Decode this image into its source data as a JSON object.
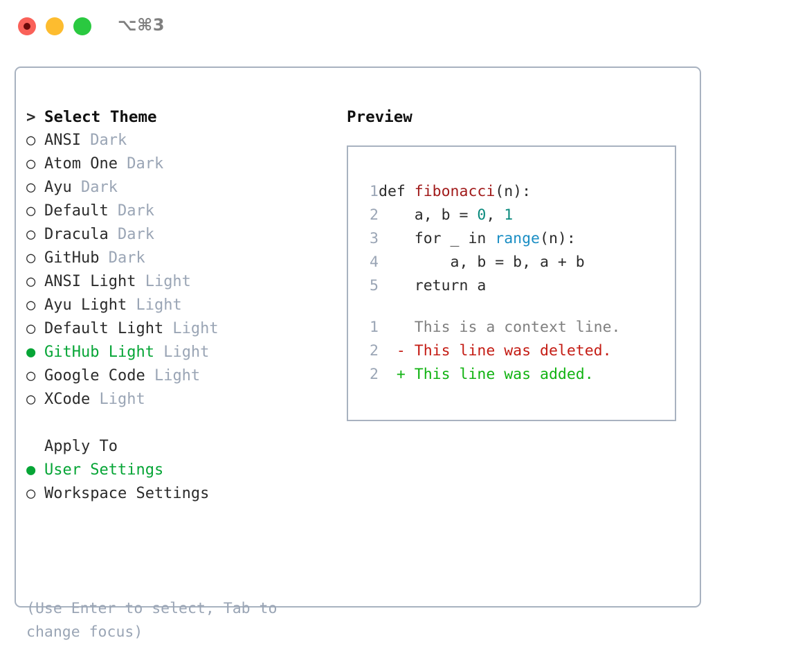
{
  "window": {
    "title": "⌥⌘3",
    "traffic_lights": [
      "close",
      "minimize",
      "maximize"
    ],
    "colors": {
      "close": "#fa6159",
      "minimize": "#fdbc2f",
      "maximize": "#2ac940",
      "record_dot": "#6c0a09",
      "panel_border": "#a8b2c0",
      "accent_green": "#06a536",
      "muted": "#9aa5b5"
    }
  },
  "theme_list": {
    "heading": "Select Theme",
    "heading_marker": ">",
    "marker_unselected": "○",
    "marker_selected": "●",
    "items": [
      {
        "label": "ANSI",
        "tag": "Dark",
        "selected": false
      },
      {
        "label": "Atom One",
        "tag": "Dark",
        "selected": false
      },
      {
        "label": "Ayu",
        "tag": "Dark",
        "selected": false
      },
      {
        "label": "Default",
        "tag": "Dark",
        "selected": false
      },
      {
        "label": "Dracula",
        "tag": "Dark",
        "selected": false
      },
      {
        "label": "GitHub",
        "tag": "Dark",
        "selected": false
      },
      {
        "label": "ANSI Light",
        "tag": "Light",
        "selected": false
      },
      {
        "label": "Ayu Light",
        "tag": "Light",
        "selected": false
      },
      {
        "label": "Default Light",
        "tag": "Light",
        "selected": false
      },
      {
        "label": "GitHub Light",
        "tag": "Light",
        "selected": true
      },
      {
        "label": "Google Code",
        "tag": "Light",
        "selected": false
      },
      {
        "label": "XCode",
        "tag": "Light",
        "selected": false
      }
    ]
  },
  "apply_to": {
    "heading": "Apply To",
    "items": [
      {
        "label": "User Settings",
        "selected": true
      },
      {
        "label": "Workspace Settings",
        "selected": false
      }
    ]
  },
  "hint": "(Use Enter to select, Tab to change focus)",
  "preview": {
    "title": "Preview",
    "code_lines": [
      {
        "no": "1",
        "tokens": [
          {
            "t": "def ",
            "c": "plain"
          },
          {
            "t": "fibonacci",
            "c": "fn"
          },
          {
            "t": "(n):",
            "c": "plain"
          }
        ]
      },
      {
        "no": "2",
        "tokens": [
          {
            "t": "    a, b = ",
            "c": "plain"
          },
          {
            "t": "0",
            "c": "num"
          },
          {
            "t": ", ",
            "c": "plain"
          },
          {
            "t": "1",
            "c": "num"
          }
        ]
      },
      {
        "no": "3",
        "tokens": [
          {
            "t": "    for _ in ",
            "c": "plain"
          },
          {
            "t": "range",
            "c": "builtin"
          },
          {
            "t": "(n):",
            "c": "plain"
          }
        ]
      },
      {
        "no": "4",
        "tokens": [
          {
            "t": "        a, b = b, a + b",
            "c": "plain"
          }
        ]
      },
      {
        "no": "5",
        "tokens": [
          {
            "t": "    return a",
            "c": "plain"
          }
        ]
      }
    ],
    "diff_lines": [
      {
        "no": "1",
        "sign": " ",
        "text": "This is a context line.",
        "kind": "ctx"
      },
      {
        "no": "2",
        "sign": "-",
        "text": "This line was deleted.",
        "kind": "del"
      },
      {
        "no": "2",
        "sign": "+",
        "text": "This line was added.",
        "kind": "add"
      }
    ]
  }
}
